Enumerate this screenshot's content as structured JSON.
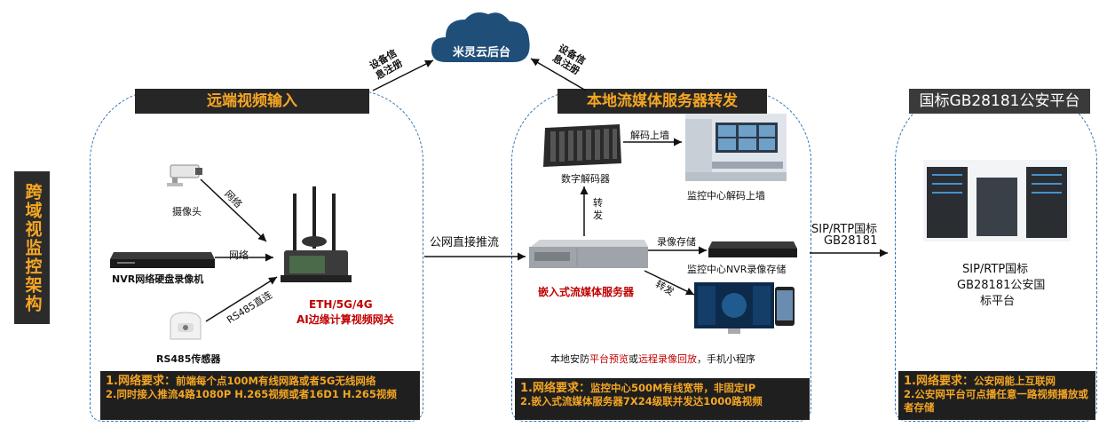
{
  "cloud": {
    "label": "米灵云后台"
  },
  "side_title": "跨域视监控架构",
  "registration": {
    "left": "设备信息注册",
    "right": "设备信息注册"
  },
  "panel_remote": {
    "title": "远端视频输入",
    "camera": "摄像头",
    "nvr": "NVR网络硬盘录像机",
    "sensor": "RS485传感器",
    "link_camera": "网络",
    "link_nvr": "网络",
    "link_sensor": "RS485直连",
    "gateway_line1": "ETH/5G/4G",
    "gateway_line2": "AI边缘计算视频网关",
    "note_head": "1.网络要求：",
    "note_line1": "前端每个点100M有线网路或者5G无线网络",
    "note_line2": "2.同时接入推流4路1080P H.265视频或者16D1 H.265视频"
  },
  "push_label": "公网直接推流",
  "panel_local": {
    "title": "本地流媒体服务器转发",
    "decoder": "数字解码器",
    "decode_wall_link": "解码上墙",
    "wall": "监控中心解码上墙",
    "forward_up": "转发",
    "record_link": "录像存储",
    "nvr_store": "监控中心NVR录像存储",
    "forward_down": "转发",
    "server": "嵌入式流媒体服务器",
    "mobile_prefix": "本地安防",
    "mobile_red1": "平台预览",
    "mobile_or": "或",
    "mobile_red2": "远程录像回放",
    "mobile_suffix": "，手机小程序",
    "note_head": "1.网络要求：",
    "note_line1": "监控中心500M有线宽带，非固定IP",
    "note_line2": "2.嵌入式流媒体服务器7X24级联并发达1000路视频"
  },
  "sip_label_line1": "SIP/RTP国标",
  "sip_label_line2": "GB28181",
  "panel_gb": {
    "title": "国标GB28181公安平台",
    "desc_line1": "SIP/RTP国标",
    "desc_line2": "GB28181公安国",
    "desc_line3": "标平台",
    "note_head": "1.网络要求：",
    "note_line1": "公安网能上互联网",
    "note_line2": "2.公安网平台可点播任意一路视频播放或者存储"
  },
  "colors": {
    "accent": "#f5a623",
    "dark": "#262626",
    "border": "#2e75b6",
    "red": "#c00000"
  }
}
